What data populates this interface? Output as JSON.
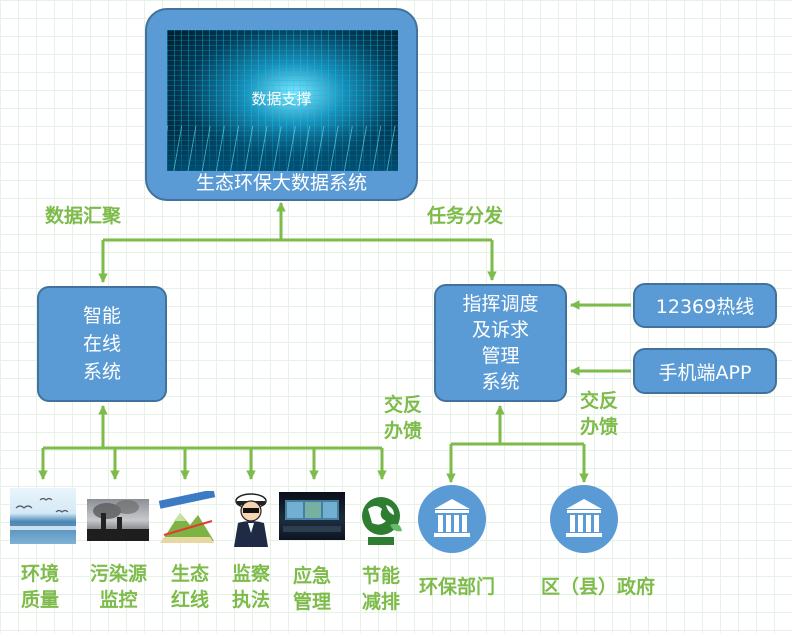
{
  "top_system": {
    "image_label": "数据支撑",
    "title": "生态环保大数据系统"
  },
  "edges": {
    "collect": "数据汇聚",
    "dispatch": "任务分发",
    "feedback_left": [
      "交反",
      "办馈"
    ],
    "feedback_right": [
      "交反",
      "办馈"
    ]
  },
  "smart_system": {
    "lines": [
      "智能",
      "在线",
      "系统"
    ]
  },
  "command_system": {
    "lines": [
      "指挥调度",
      "及诉求",
      "管理",
      "系统"
    ]
  },
  "inputs": {
    "hotline": "12369热线",
    "app": "手机端APP"
  },
  "modules": [
    {
      "lines": [
        "环境",
        "质量"
      ]
    },
    {
      "lines": [
        "污染源",
        "监控"
      ]
    },
    {
      "lines": [
        "生态",
        "红线"
      ]
    },
    {
      "lines": [
        "监察",
        "执法"
      ]
    },
    {
      "lines": [
        "应急",
        "管理"
      ]
    },
    {
      "lines": [
        "节能",
        "减排"
      ]
    }
  ],
  "departments": {
    "env": "环保部门",
    "gov": "区（县）政府"
  },
  "colors": {
    "box_fill": "#5b9bd5",
    "box_border": "#41719c",
    "connector": "#7dbb4a",
    "label_green": "#7dbb4a"
  }
}
